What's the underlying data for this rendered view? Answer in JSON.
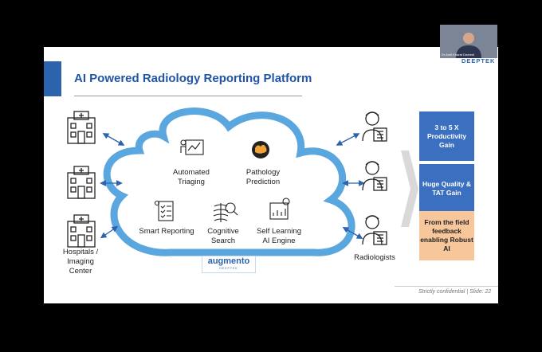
{
  "slide": {
    "title": "AI Powered Radiology Reporting Platform",
    "left_label": "Hospitals / Imaging Center",
    "right_label": "Radiologists",
    "footer": "Strictly confidential | Slide: 22",
    "logo": "DEEPTEK"
  },
  "cloud": {
    "items": [
      {
        "label": "Automated Triaging",
        "icon": "triage-icon"
      },
      {
        "label": "Pathology Prediction",
        "icon": "brain-icon"
      },
      {
        "label": "Smart Reporting",
        "icon": "checklist-icon"
      },
      {
        "label": "Cognitive Search",
        "icon": "ribcage-search-icon"
      },
      {
        "label": "Self Learning AI Engine",
        "icon": "gear-chart-icon"
      }
    ],
    "product_name": "augmento",
    "product_sub": "DEEPTEK"
  },
  "benefits": [
    {
      "label": "3 to 5 X Productivity Gain",
      "color": "#3b6fc0"
    },
    {
      "label": "Huge Quality & TAT Gain",
      "color": "#3b6fc0"
    },
    {
      "label": "From the field feedback enabling Robust AI",
      "color": "#f7c69b"
    }
  ],
  "video": {
    "name": "Dr Amit Kharat Dwivedi"
  },
  "colors": {
    "accent": "#2b63ad",
    "cloud_stroke": "#5aa7e0"
  }
}
